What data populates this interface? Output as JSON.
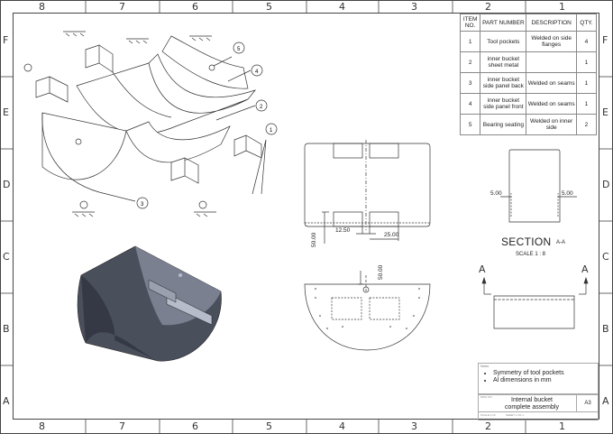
{
  "drawing": {
    "zone_columns": [
      "8",
      "7",
      "6",
      "5",
      "4",
      "3",
      "2",
      "1"
    ],
    "zone_rows": [
      "F",
      "E",
      "D",
      "C",
      "B",
      "A"
    ]
  },
  "bom": {
    "headers": {
      "item": "ITEM NO.",
      "part": "PART NUMBER",
      "desc": "DESCRIPTION",
      "qty": "QTY."
    },
    "rows": [
      {
        "item": "1",
        "part": "Tool pockets",
        "desc": "Welded on side flanges",
        "qty": "4"
      },
      {
        "item": "2",
        "part": "inner bucket sheet metal",
        "desc": "",
        "qty": "1"
      },
      {
        "item": "3",
        "part": "inner bucket side panel back",
        "desc": "Welded on seams",
        "qty": "1"
      },
      {
        "item": "4",
        "part": "inner bucket side panel front",
        "desc": "Welded on seams",
        "qty": "1"
      },
      {
        "item": "5",
        "part": "Bearing seating",
        "desc": "Welded on inner side",
        "qty": "2"
      }
    ]
  },
  "balloons": [
    "1",
    "2",
    "3",
    "4",
    "5"
  ],
  "section": {
    "title": "SECTION",
    "suffix": "A-A",
    "scale": "SCALE   1 : 8",
    "cut_label": "A",
    "dim_left": "5.00",
    "dim_right": "5.00"
  },
  "dims": {
    "d_12_50": "12.50",
    "d_25_00": "25.00",
    "d_50_00_a": "50.00",
    "d_50_00_b": "50.00"
  },
  "notes": {
    "label": "Notes",
    "items": [
      "Symmetry of tool pockets",
      "Al dimensions in mm"
    ]
  },
  "title_block": {
    "title_line1": "Internal bucket",
    "title_line2": "complete assembly",
    "size": "A3",
    "label_name": "DWG NO.",
    "label_scale": "SCALE 1:10",
    "label_sheet": "SHEET 1 OF 1"
  },
  "colors": {
    "line": "#333333",
    "shade_dark": "#4a4f5c",
    "shade_mid": "#7a8090",
    "shade_light": "#b7bccb"
  }
}
